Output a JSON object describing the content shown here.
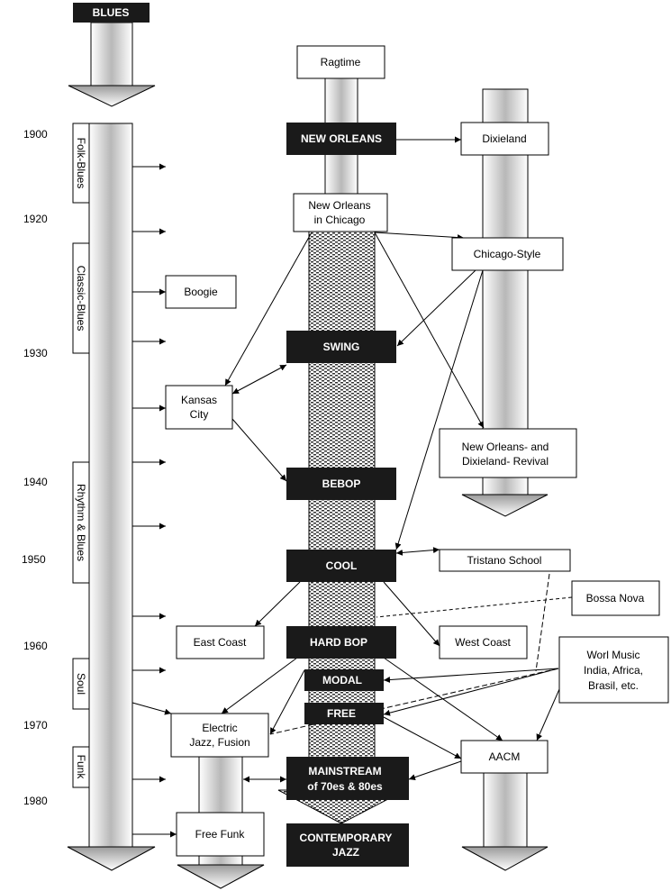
{
  "years": [
    "1900",
    "1920",
    "1930",
    "1940",
    "1950",
    "1960",
    "1970",
    "1980"
  ],
  "blues": {
    "title": "BLUES",
    "phases": [
      "Folk-Blues",
      "Classic-Blues",
      "Rhythm & Blues",
      "Soul",
      "Funk"
    ]
  },
  "boxes": {
    "ragtime": "Ragtime",
    "dixieland": "Dixieland",
    "no_chicago": [
      "New Orleans",
      "in Chicago"
    ],
    "chicago_style": "Chicago-Style",
    "boogie": "Boogie",
    "kansas_city": [
      "Kansas",
      "City"
    ],
    "revival": [
      "New Orleans- and",
      "Dixieland- Revival"
    ],
    "tristano": "Tristano School",
    "bossa": "Bossa Nova",
    "east_coast": "East Coast",
    "west_coast": "West Coast",
    "world": [
      "Worl Music",
      "India, Africa,",
      "Brasil, etc."
    ],
    "electric": [
      "Electric",
      "Jazz, Fusion"
    ],
    "aacm": "AACM",
    "free_funk": "Free Funk"
  },
  "eras": {
    "new_orleans": "NEW ORLEANS",
    "swing": "SWING",
    "bebop": "BEBOP",
    "cool": "COOL",
    "hard_bop": "HARD BOP",
    "modal": "MODAL",
    "free": "FREE",
    "mainstream": [
      "MAINSTREAM",
      "of 70es & 80es"
    ],
    "contemporary": [
      "CONTEMPORARY",
      "JAZZ"
    ]
  }
}
